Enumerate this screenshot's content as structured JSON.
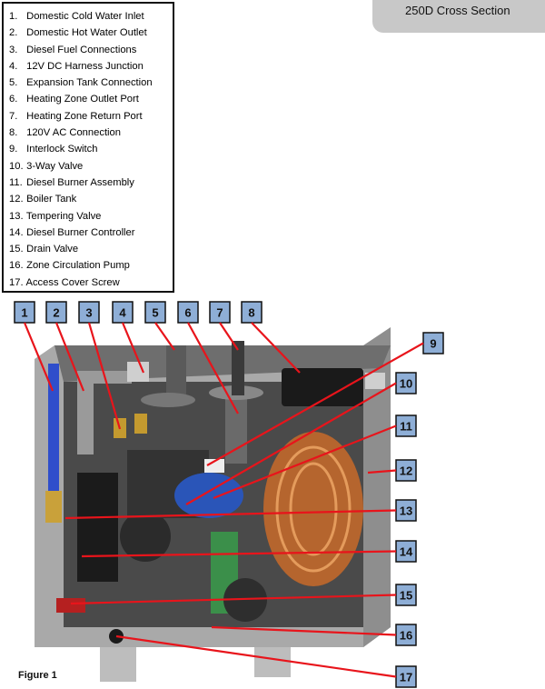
{
  "header": {
    "title": "250D Cross Section"
  },
  "legend": {
    "items": [
      {
        "num": "1.",
        "label": "Domestic Cold Water Inlet"
      },
      {
        "num": "2.",
        "label": "Domestic Hot Water Outlet"
      },
      {
        "num": "3.",
        "label": "Diesel Fuel Connections"
      },
      {
        "num": "4.",
        "label": "12V DC Harness Junction"
      },
      {
        "num": "5.",
        "label": "Expansion Tank Connection"
      },
      {
        "num": "6.",
        "label": "Heating Zone Outlet Port"
      },
      {
        "num": "7.",
        "label": "Heating Zone Return Port"
      },
      {
        "num": "8.",
        "label": "120V AC Connection"
      },
      {
        "num": "9.",
        "label": "Interlock Switch"
      },
      {
        "num": "10.",
        "label": "3-Way Valve"
      },
      {
        "num": "11.",
        "label": "Diesel Burner Assembly"
      },
      {
        "num": "12.",
        "label": "Boiler Tank"
      },
      {
        "num": "13.",
        "label": "Tempering Valve"
      },
      {
        "num": "14.",
        "label": "Diesel Burner Controller"
      },
      {
        "num": "15.",
        "label": "Drain Valve"
      },
      {
        "num": "16.",
        "label": "Zone Circulation Pump"
      },
      {
        "num": "17.",
        "label": "Access Cover Screw"
      }
    ]
  },
  "callouts": [
    "1",
    "2",
    "3",
    "4",
    "5",
    "6",
    "7",
    "8",
    "9",
    "10",
    "11",
    "12",
    "13",
    "14",
    "15",
    "16",
    "17"
  ],
  "colors": {
    "callout_fill": "#8eaed6",
    "leader": "#e8141b",
    "tab": "#c8c8c8"
  },
  "figure_label": "Figure 1"
}
